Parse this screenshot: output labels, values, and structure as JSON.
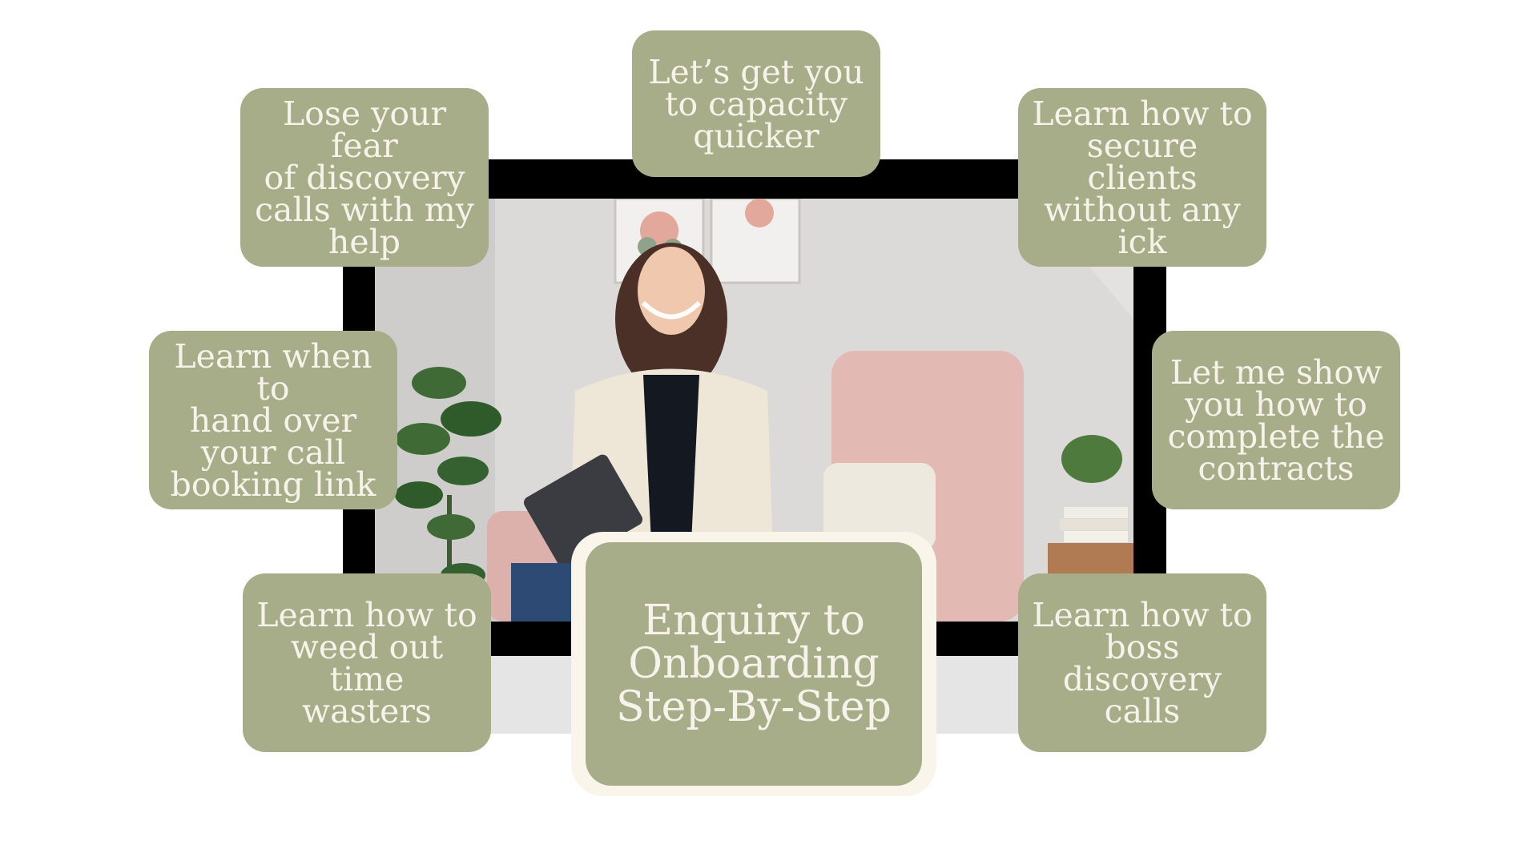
{
  "center_title": "Enquiry to\nOnboarding\nStep-By-Step",
  "bubbles": {
    "top": "Let’s get you\nto capacity\nquicker",
    "top_left": "Lose your fear\nof discovery\ncalls with my\nhelp",
    "top_right": "Learn how to\nsecure clients\nwithout any\nick",
    "middle_left": "Learn when to\nhand over\nyour call\nbooking link",
    "middle_right": "Let me show\nyou how to\ncomplete the\ncontracts",
    "bottom_left": "Learn how to\nweed out time\nwasters",
    "bottom_right": "Learn how to\nboss discovery\ncalls"
  },
  "colors": {
    "bubble": "#a7ad88",
    "bubble_text": "#f7f3ea",
    "center_frame": "#faf5ea",
    "monitor_bezel": "#000000",
    "monitor_chin": "#e5e5e5",
    "monitor_stand": "#c8c8c8"
  }
}
